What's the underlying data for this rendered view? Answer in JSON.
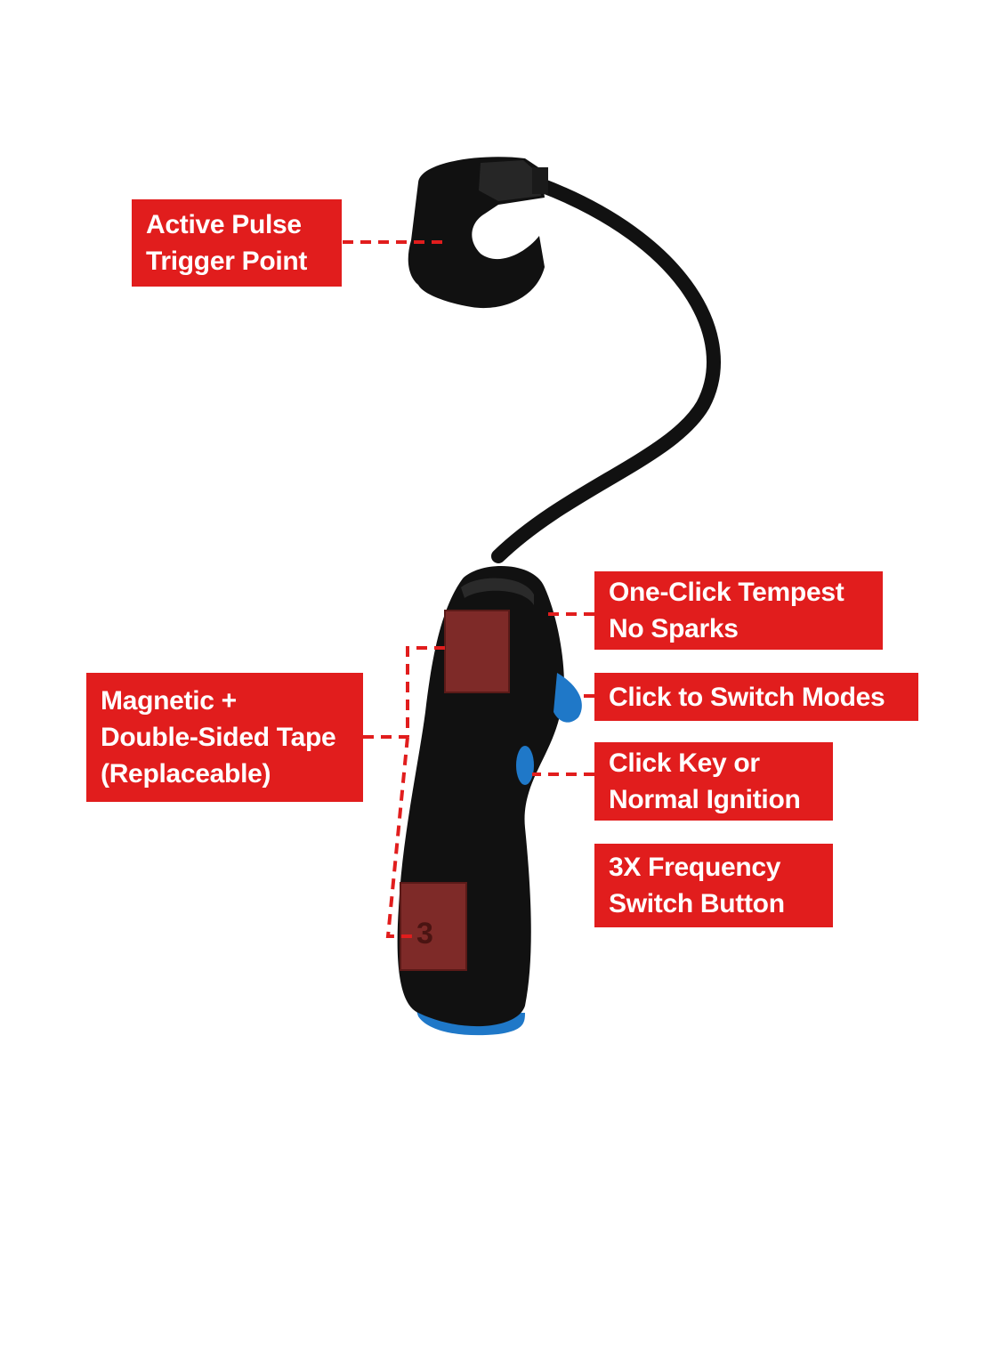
{
  "colors": {
    "label_bg": "#e11d1d",
    "label_text": "#ffffff",
    "device_body": "#111111",
    "button_accent": "#1f78c8",
    "tape_pad": "#7e2a28"
  },
  "device": {
    "tape_pad_mark": "3"
  },
  "callouts": {
    "trigger": {
      "line1": "Active Pulse",
      "line2": "Trigger Point"
    },
    "tempest": {
      "line1": "One-Click Tempest",
      "line2": "No Sparks"
    },
    "modes": {
      "line1": "Click to Switch Modes"
    },
    "magnetic": {
      "line1": "Magnetic +",
      "line2": "Double-Sided Tape",
      "line3": "(Replaceable)"
    },
    "ignition": {
      "line1": "Click Key or",
      "line2": "Normal Ignition"
    },
    "frequency": {
      "line1": "3X Frequency",
      "line2": "Switch Button"
    }
  }
}
